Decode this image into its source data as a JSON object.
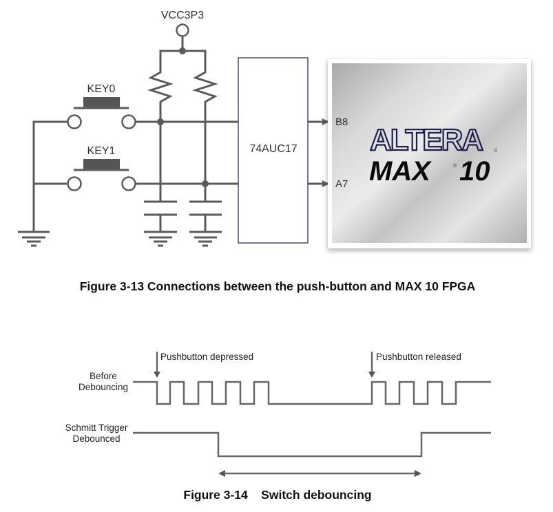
{
  "figure1": {
    "power_label": "VCC3P3",
    "keys": [
      {
        "label": "KEY0",
        "pin": "B8"
      },
      {
        "label": "KEY1",
        "pin": "A7"
      }
    ],
    "buffer_label": "74AUC17",
    "chip": {
      "brand": "ALTERA",
      "product_word": "MAX",
      "product_number": "10",
      "registered_mark": "®"
    },
    "caption": "Figure 3-13 Connections between the push-button and MAX 10 FPGA"
  },
  "figure2": {
    "annotations": {
      "depressed": "Pushbutton depressed",
      "released": "Pushbutton released"
    },
    "signals": [
      {
        "label_line1": "Before",
        "label_line2": "Debouncing"
      },
      {
        "label_line1": "Schmitt Trigger",
        "label_line2": "Debounced"
      }
    ],
    "caption": "Figure 3-14    Switch debouncing"
  },
  "colors": {
    "wire": "#5a5a5a",
    "ic_border": "#4a4e70",
    "logo_outline": "#1e1f4a"
  }
}
